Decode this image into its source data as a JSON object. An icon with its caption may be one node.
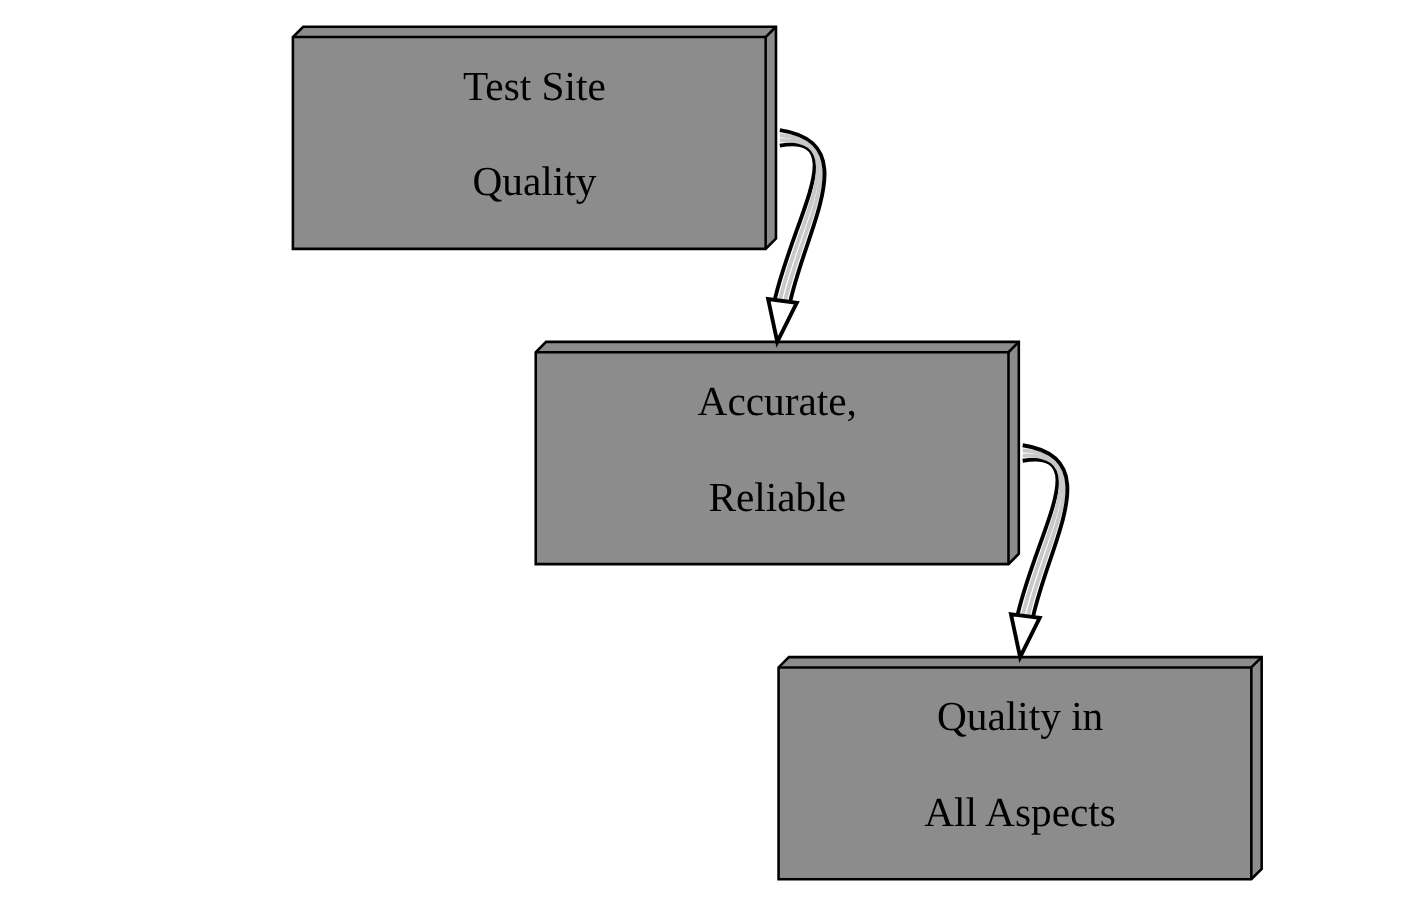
{
  "diagram": {
    "nodes": [
      {
        "text": [
          "Test Site",
          "Quality"
        ]
      },
      {
        "text": [
          "Accurate,",
          "Reliable"
        ]
      },
      {
        "text": [
          "Quality in",
          "All Aspects"
        ]
      }
    ],
    "edges": [
      {
        "from": 0,
        "to": 1,
        "arrow": "to"
      },
      {
        "from": 1,
        "to": 2,
        "arrow": "to"
      }
    ]
  }
}
